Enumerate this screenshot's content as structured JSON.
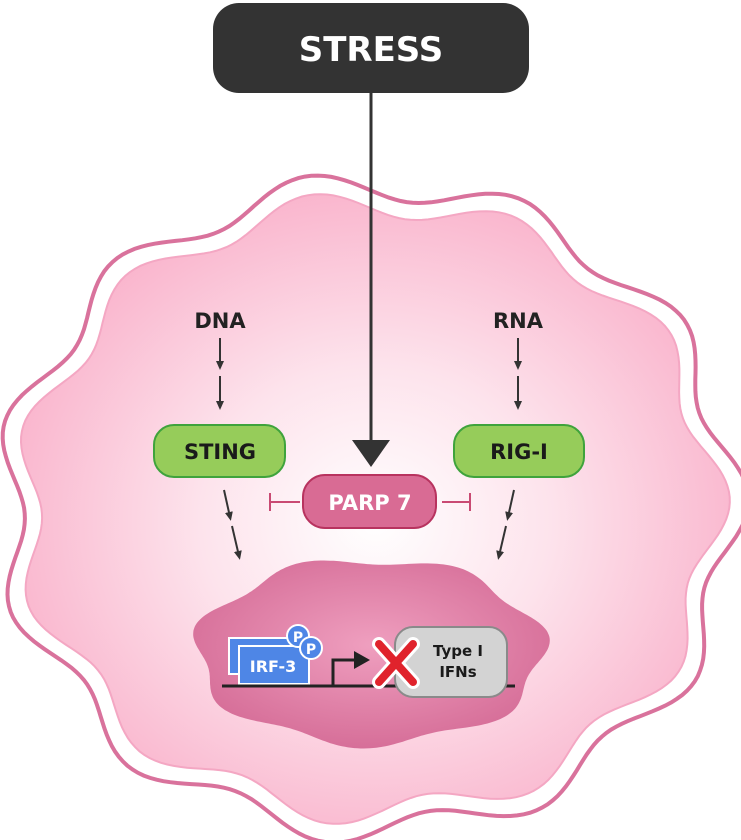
{
  "stress": {
    "label": "STRESS"
  },
  "dna": {
    "label": "DNA"
  },
  "rna": {
    "label": "RNA"
  },
  "sting": {
    "label": "STING"
  },
  "rigi": {
    "label": "RIG-I"
  },
  "parp7": {
    "label": "PARP 7"
  },
  "irf3": {
    "label": "IRF-3",
    "phospho_1": "P",
    "phospho_2": "P"
  },
  "ifn": {
    "line1": "Type I",
    "line2": "IFNs"
  },
  "colors": {
    "stress_box": "#333333",
    "cell_fill": "#f9b8cf",
    "cell_outline": "#d9729c",
    "nucleus": "#d8709a",
    "receptor_fill": "#96cc5a",
    "receptor_stroke": "#3fa33c",
    "parp_fill": "#d96b94",
    "parp_stroke": "#b8335f",
    "irf3_blue": "#4e86e6",
    "block_red": "#e0232c",
    "ifn_box": "#d3d3d3"
  },
  "icons": {
    "block": "x-mark-icon",
    "promoter": "bent-arrow-icon",
    "inhibition": "t-bar-inhibition-icon"
  }
}
